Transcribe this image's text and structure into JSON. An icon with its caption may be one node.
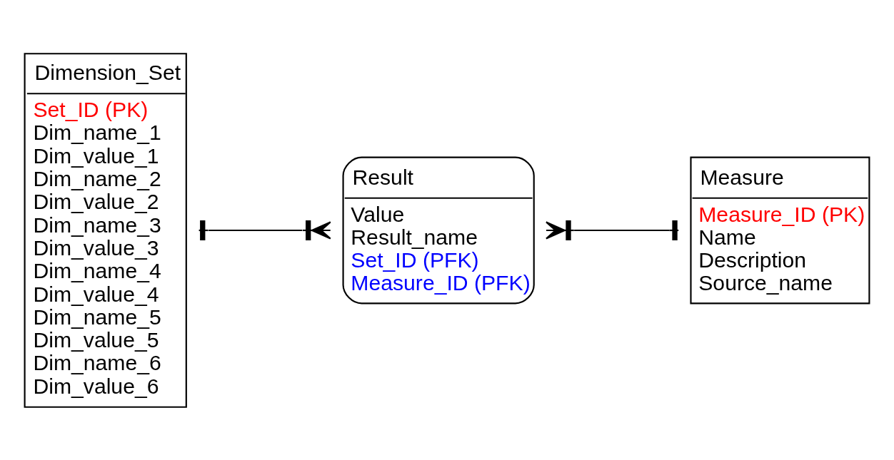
{
  "diagram": {
    "nodes": [
      {
        "text": [
          "Dimension_Set",
          "Set_ID (PK)",
          "Dim_name_1",
          "Dim_value_1",
          "Dim_name_2",
          "Dim_value_2",
          "Dim_name_3",
          "Dim_value_3",
          "Dim_name_4",
          "Dim_value_4",
          "Dim_name_5",
          "Dim_value_5",
          "Dim_name_6",
          "Dim_value_6"
        ]
      },
      {
        "text": [
          "Result",
          "Value",
          "Result_name",
          "Set_ID (PFK)",
          "Measure_ID (PFK)"
        ]
      },
      {
        "text": [
          "Measure",
          "Measure_ID (PK)",
          "Name",
          "Description",
          "Source_name"
        ]
      }
    ],
    "edges": [
      {
        "from": 0,
        "to": 1,
        "arrow": "other"
      },
      {
        "from": 1,
        "to": 2,
        "arrow": "other"
      }
    ]
  }
}
